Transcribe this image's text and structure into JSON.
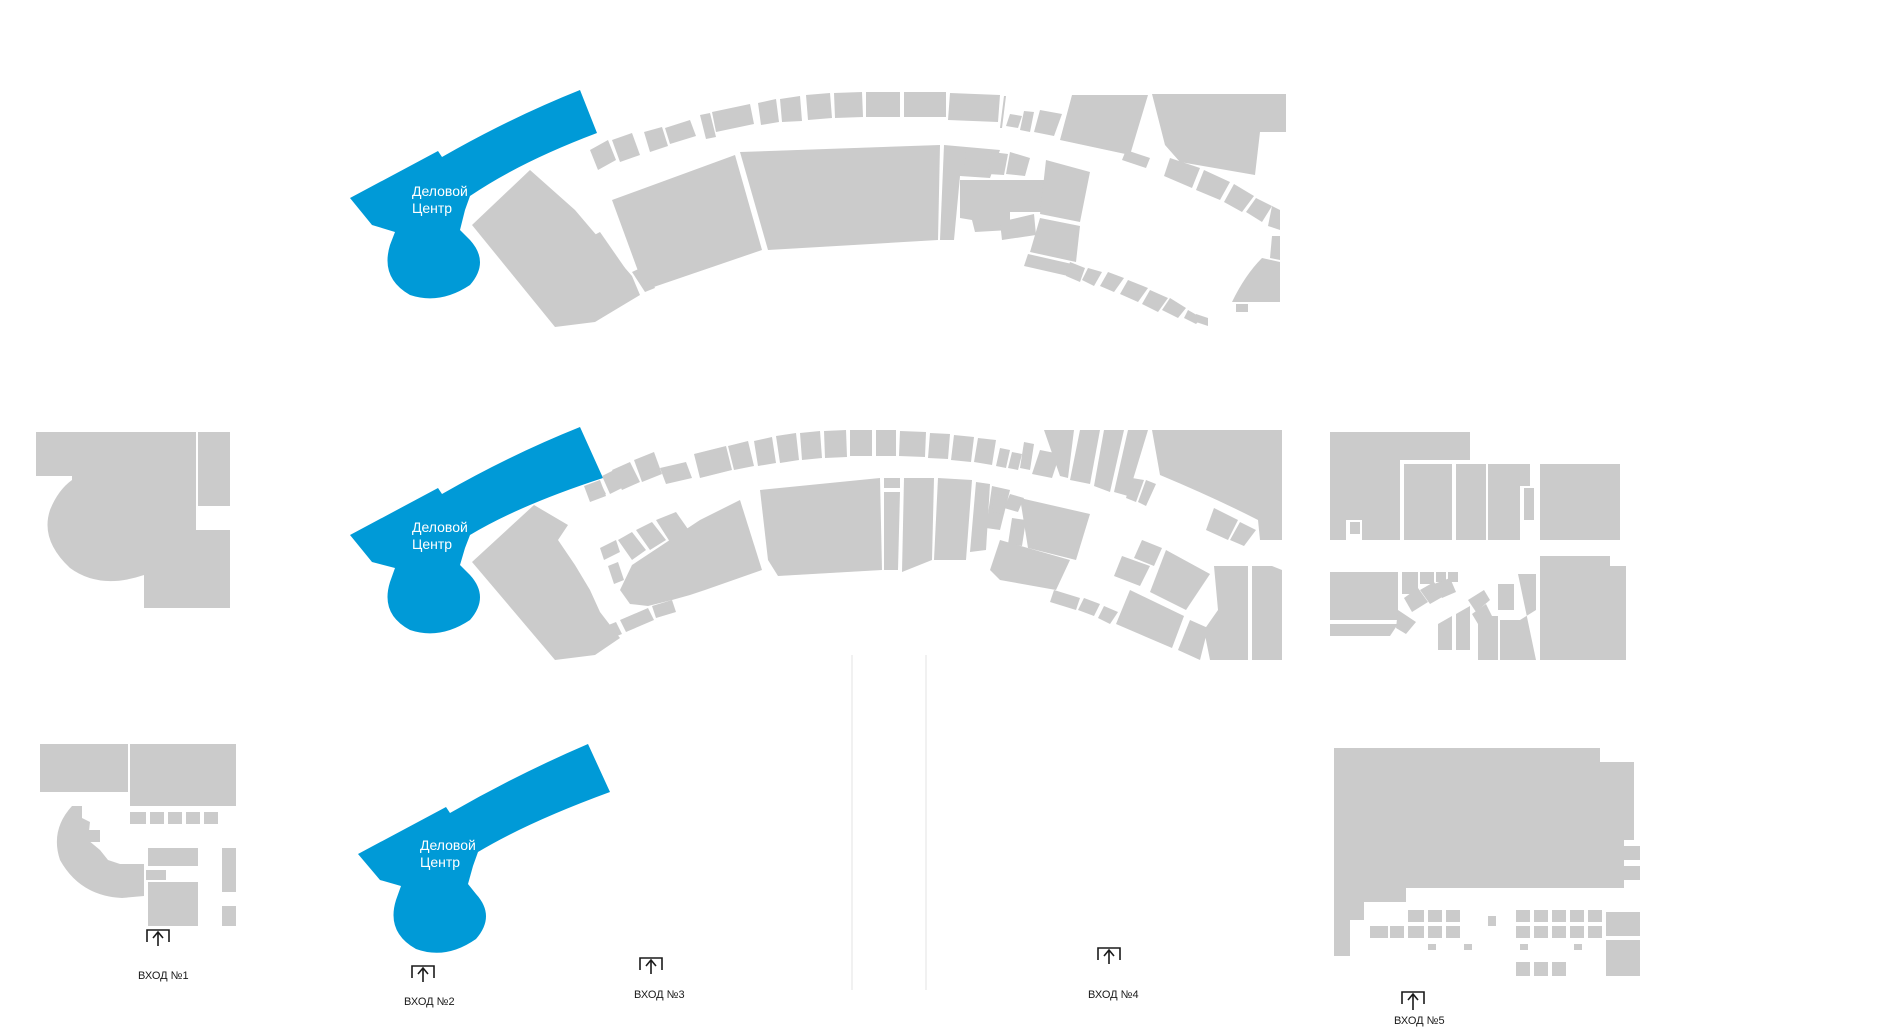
{
  "business_center": {
    "label_line1": "Деловой",
    "label_line2": "Центр"
  },
  "entrances": [
    {
      "label": "ВХОД №1"
    },
    {
      "label": "ВХОД №2"
    },
    {
      "label": "ВХОД №3"
    },
    {
      "label": "ВХОД №4"
    },
    {
      "label": "ВХОД №5"
    }
  ],
  "colors": {
    "shop": "#cbcbcb",
    "business_center": "#009ad7",
    "background": "#ffffff",
    "text": "#1a1a1a"
  },
  "icons": {
    "entrance": "up-arrow-under-bar-icon"
  }
}
